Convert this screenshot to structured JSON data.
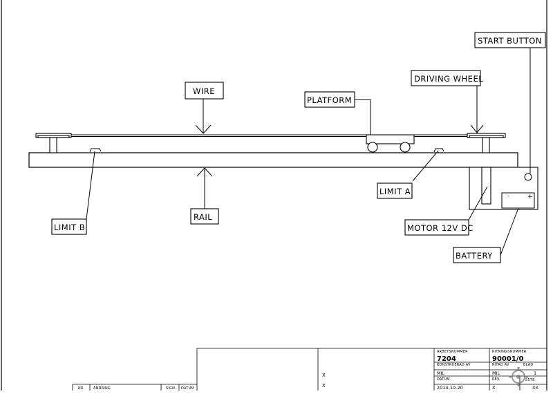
{
  "labels": {
    "start_button": "START BUTTON",
    "driving_wheel": "DRIVING WHEEL",
    "wire": "WIRE",
    "platform": "PLATFORM",
    "limit_a": "LIMIT A",
    "limit_b": "LIMIT B",
    "rail": "RAIL",
    "motor": "MOTOR 12V DC",
    "battery": "BATTERY"
  },
  "battery_terminals": {
    "negative": "-",
    "positive": "+"
  },
  "title_block": {
    "revision_headers": [
      "NR.",
      "ÄNDRING",
      "SIGN.",
      "DATUM"
    ],
    "x_marks": [
      "X",
      "X"
    ],
    "arbetsnummer_label": "ARBETSNUMMER",
    "arbetsnummer_value": "7204",
    "ritningsnummer_label": "RITNINGSNUMMER",
    "ritningsnummer_value": "90001/0",
    "konstruerad_label": "KONSTRUERAD AV",
    "konstruerad_value": "MIL",
    "ritad_label": "RITAD AV",
    "ritad_value": "MIL",
    "blad_label": "BLAD",
    "blad_value": "1",
    "datum_label": "DATUM",
    "datum_value": "2014-10-20",
    "rev_label": "REV.",
    "rev_value": "X",
    "extra_value": "XX",
    "watermark_number": "5578"
  }
}
